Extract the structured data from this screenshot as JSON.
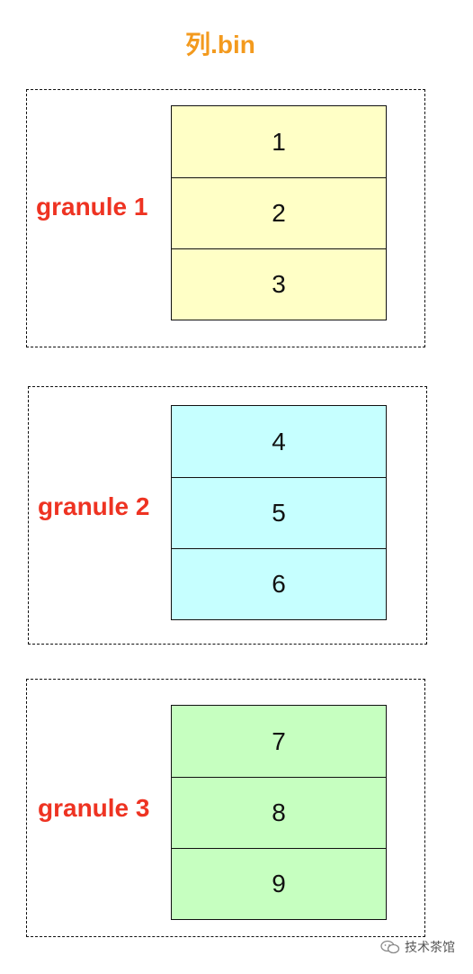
{
  "title": "列.bin",
  "groups": [
    {
      "label": "granule 1",
      "fill": "#ffffc6",
      "cells": [
        "1",
        "2",
        "3"
      ]
    },
    {
      "label": "granule 2",
      "fill": "#c6ffff",
      "cells": [
        "4",
        "5",
        "6"
      ]
    },
    {
      "label": "granule 3",
      "fill": "#c6ffc0",
      "cells": [
        "7",
        "8",
        "9"
      ]
    }
  ],
  "colors": {
    "title": "#f39a1e",
    "label": "#ee3322",
    "border": "#111111"
  },
  "watermark": {
    "icon": "wechat-icon",
    "text": "技术茶馆"
  }
}
